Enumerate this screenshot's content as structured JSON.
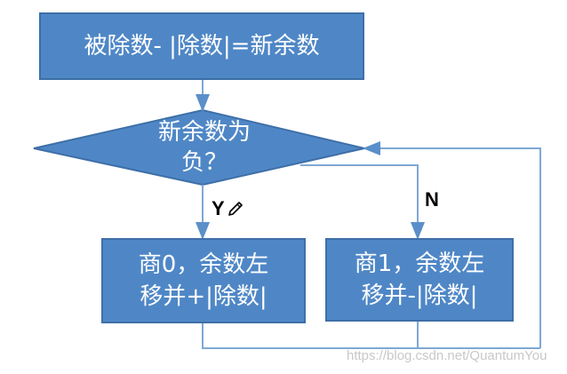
{
  "diagram": {
    "start_box": {
      "text": "被除数- |除数|=新余数"
    },
    "decision": {
      "text": "新余数为\n负？"
    },
    "yes_label": "Y",
    "no_label": "N",
    "left_box": {
      "text": "商0，余数左\n移并+|除数|"
    },
    "right_box": {
      "text": "商1，余数左\n移并-|除数|"
    }
  },
  "watermark": "https://blog.csdn.net/QuantumYou",
  "colors": {
    "box_fill": "#4f87c6",
    "box_border": "#3e6fa8",
    "connector": "#7fa8d4",
    "arrow": "#5b8fc9"
  }
}
